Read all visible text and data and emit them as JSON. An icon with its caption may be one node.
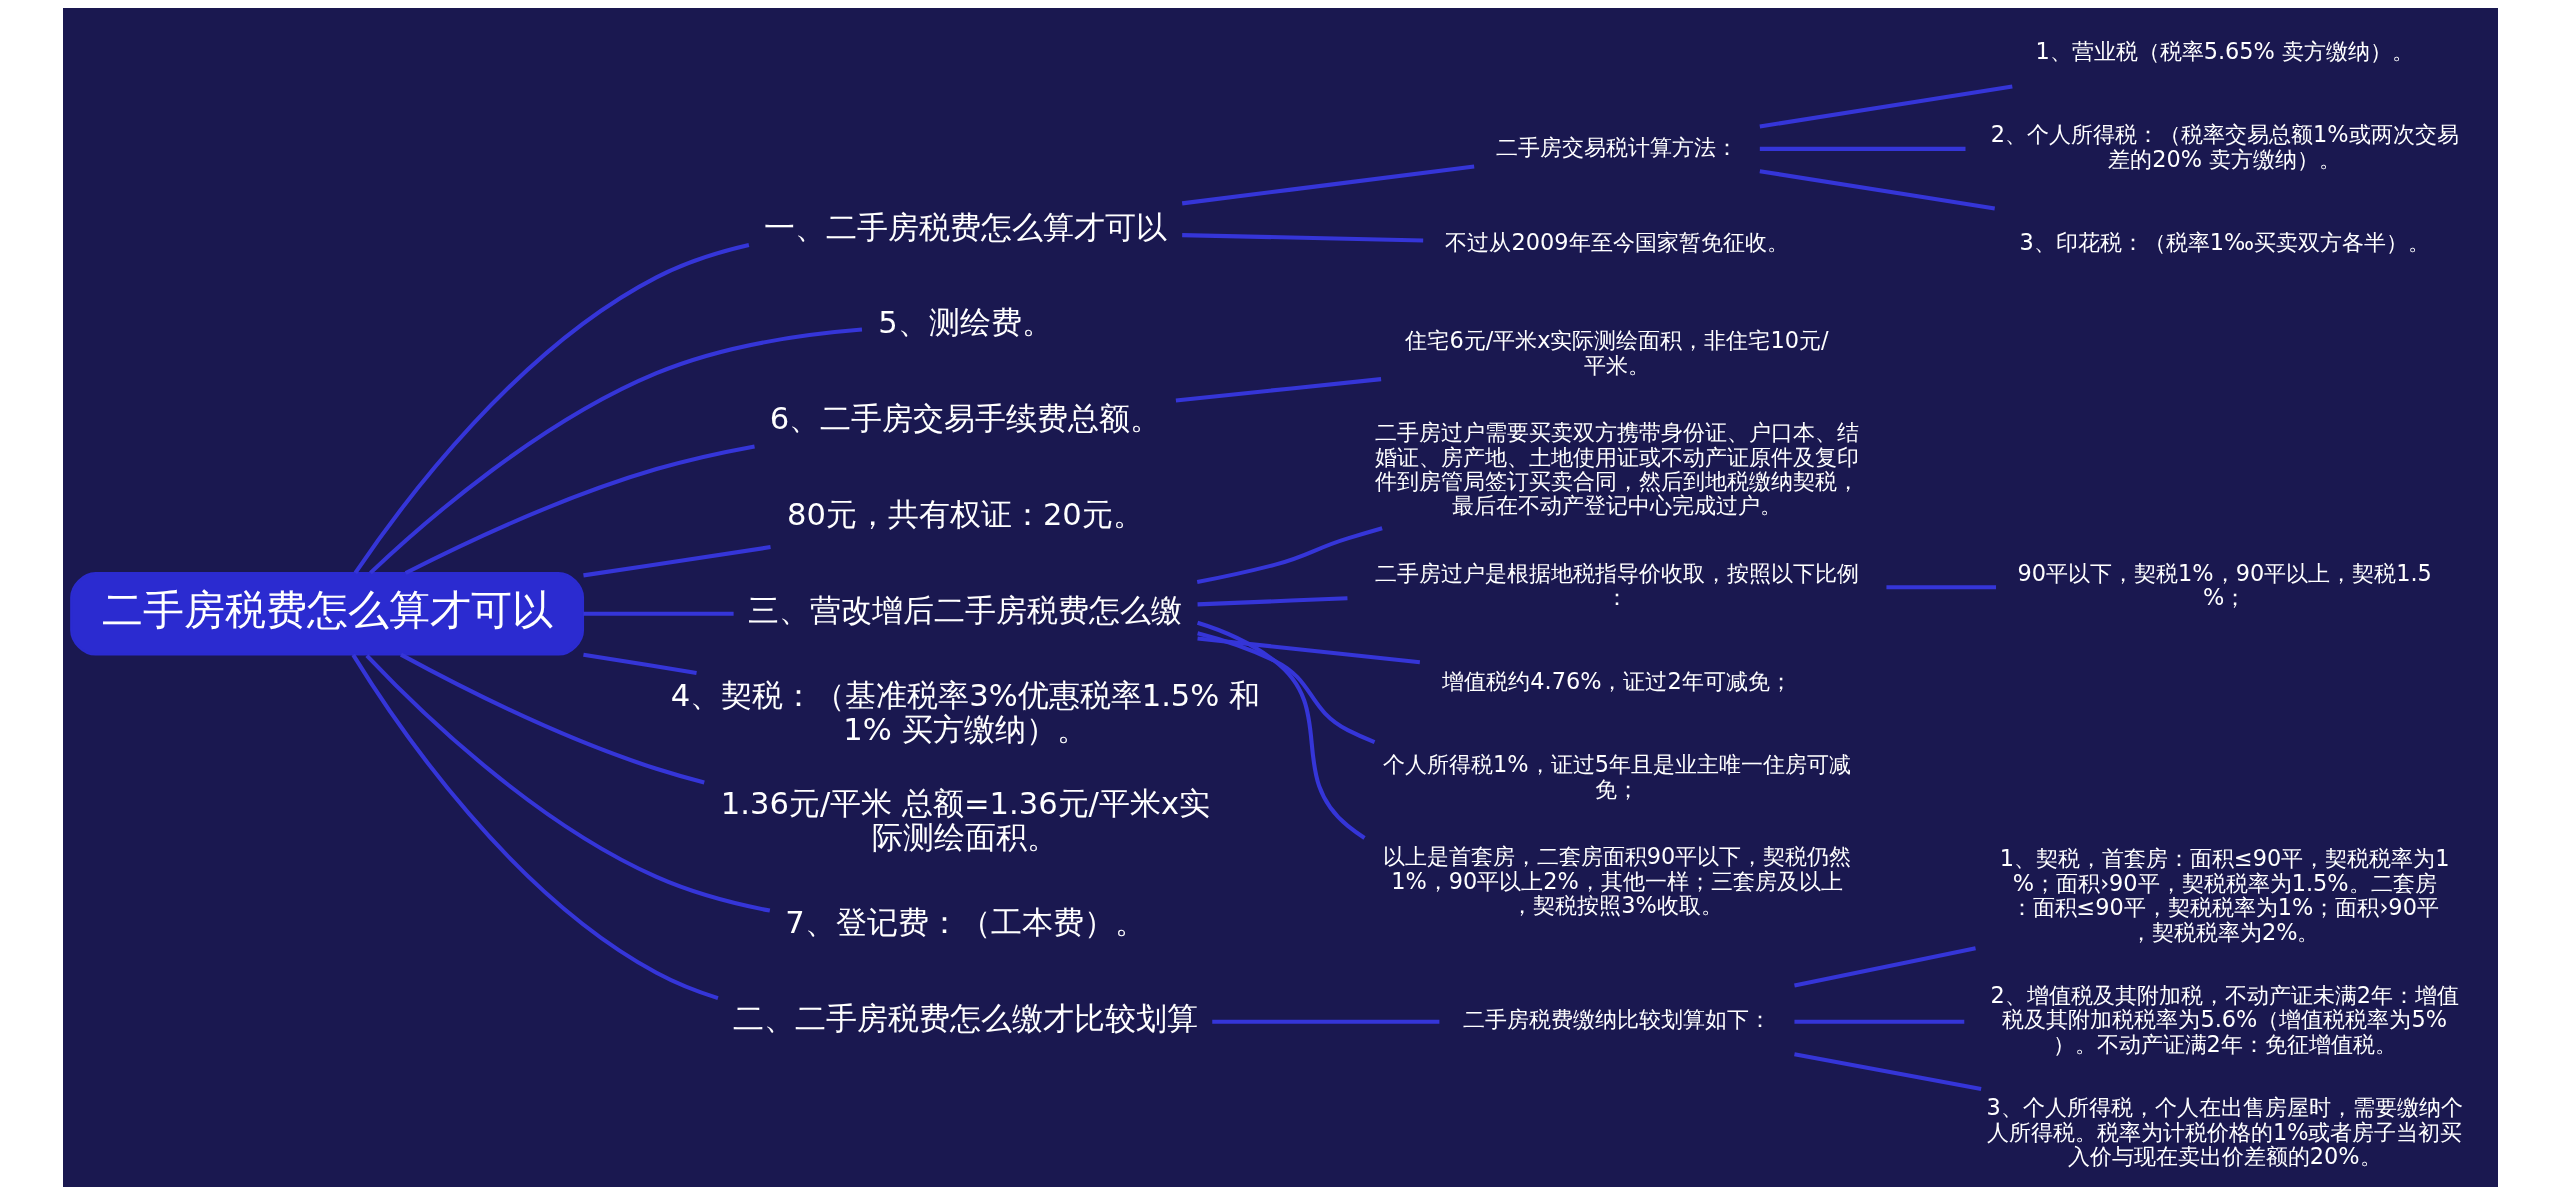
{
  "diagram": {
    "nodes": [
      {
        "text": [
          "二手房税费怎么算才可以"
        ]
      },
      {
        "text": [
          "一、二手房税费怎么算才可以"
        ]
      },
      {
        "text": [
          "二手房交易税计算方法："
        ]
      },
      {
        "text": [
          "1、营业税（税率5.65% 卖方缴纳）。"
        ]
      },
      {
        "text": [
          "2、个人所得税：（税率交易总额1%或两次交易差的20% 卖方缴纳）。"
        ]
      },
      {
        "text": [
          "3、印花税：（税率1‰买卖双方各半）。"
        ]
      },
      {
        "text": [
          "不过从2009年至今国家暂免征收。"
        ]
      },
      {
        "text": [
          "5、测绘费。"
        ]
      },
      {
        "text": [
          "6、二手房交易手续费总额。"
        ]
      },
      {
        "text": [
          "住宅6元/平米x实际测绘面积，非住宅10元/平米。"
        ]
      },
      {
        "text": [
          "80元，共有权证：20元。"
        ]
      },
      {
        "text": [
          "三、营改增后二手房税费怎么缴"
        ]
      },
      {
        "text": [
          "二手房过户需要买卖双方携带身份证、户口本、结婚证、房产地、土地使用证或不动产证原件及复印件到房管局签订买卖合同，然后到地税缴纳契税，最后在不动产登记中心完成过户。"
        ]
      },
      {
        "text": [
          "二手房过户是根据地税指导价收取，按照以下比例："
        ]
      },
      {
        "text": [
          "90平以下，契税1%，90平以上，契税1.5%；"
        ]
      },
      {
        "text": [
          "增值税约4.76%，证过2年可减免；"
        ]
      },
      {
        "text": [
          "个人所得税1%，证过5年且是业主唯一住房可减免；"
        ]
      },
      {
        "text": [
          "以上是首套房，二套房面积90平以下，契税仍然1%，90平以上2%，其他一样；三套房及以上，契税按照3%收取。"
        ]
      },
      {
        "text": [
          "4、契税：（基准税率3%优惠税率1.5% 和1% 买方缴纳）。"
        ]
      },
      {
        "text": [
          "1.36元/平米 总额=1.36元/平米x实际测绘面积。"
        ]
      },
      {
        "text": [
          "7、登记费：（工本费）。"
        ]
      },
      {
        "text": [
          "二、二手房税费怎么缴才比较划算"
        ]
      },
      {
        "text": [
          "二手房税费缴纳比较划算如下："
        ]
      },
      {
        "text": [
          "1、契税，首套房：面积≤90平，契税税率为1%；面积›90平，契税税率为1.5%。二套房：面积≤90平，契税税率为1%；面积›90平，契税税率为2%。"
        ]
      },
      {
        "text": [
          "2、增值税及其附加税，不动产证未满2年：增值税及其附加税税率为5.6%（增值税税率为5%）。不动产证满2年：免征增值税。"
        ]
      },
      {
        "text": [
          "3、个人所得税，个人在出售房屋时，需要缴纳个人所得税。税率为计税价格的1%或者房子当初买入价与现在卖出价差额的20%。"
        ]
      }
    ],
    "edges": [
      {
        "from": 0,
        "to": 1,
        "arrow": "none"
      },
      {
        "from": 1,
        "to": 2,
        "arrow": "none"
      },
      {
        "from": 2,
        "to": 3,
        "arrow": "none"
      },
      {
        "from": 2,
        "to": 4,
        "arrow": "none"
      },
      {
        "from": 2,
        "to": 5,
        "arrow": "none"
      },
      {
        "from": 1,
        "to": 6,
        "arrow": "none"
      },
      {
        "from": 0,
        "to": 7,
        "arrow": "none"
      },
      {
        "from": 0,
        "to": 8,
        "arrow": "none"
      },
      {
        "from": 8,
        "to": 9,
        "arrow": "none"
      },
      {
        "from": 0,
        "to": 10,
        "arrow": "none"
      },
      {
        "from": 0,
        "to": 11,
        "arrow": "none"
      },
      {
        "from": 11,
        "to": 12,
        "arrow": "none"
      },
      {
        "from": 11,
        "to": 13,
        "arrow": "none"
      },
      {
        "from": 13,
        "to": 14,
        "arrow": "none"
      },
      {
        "from": 11,
        "to": 15,
        "arrow": "none"
      },
      {
        "from": 11,
        "to": 16,
        "arrow": "none"
      },
      {
        "from": 11,
        "to": 17,
        "arrow": "none"
      },
      {
        "from": 0,
        "to": 18,
        "arrow": "none"
      },
      {
        "from": 0,
        "to": 19,
        "arrow": "none"
      },
      {
        "from": 0,
        "to": 20,
        "arrow": "none"
      },
      {
        "from": 0,
        "to": 21,
        "arrow": "none"
      },
      {
        "from": 21,
        "to": 22,
        "arrow": "none"
      },
      {
        "from": 22,
        "to": 23,
        "arrow": "none"
      },
      {
        "from": 22,
        "to": 24,
        "arrow": "none"
      },
      {
        "from": 22,
        "to": 25,
        "arrow": "none"
      }
    ]
  }
}
